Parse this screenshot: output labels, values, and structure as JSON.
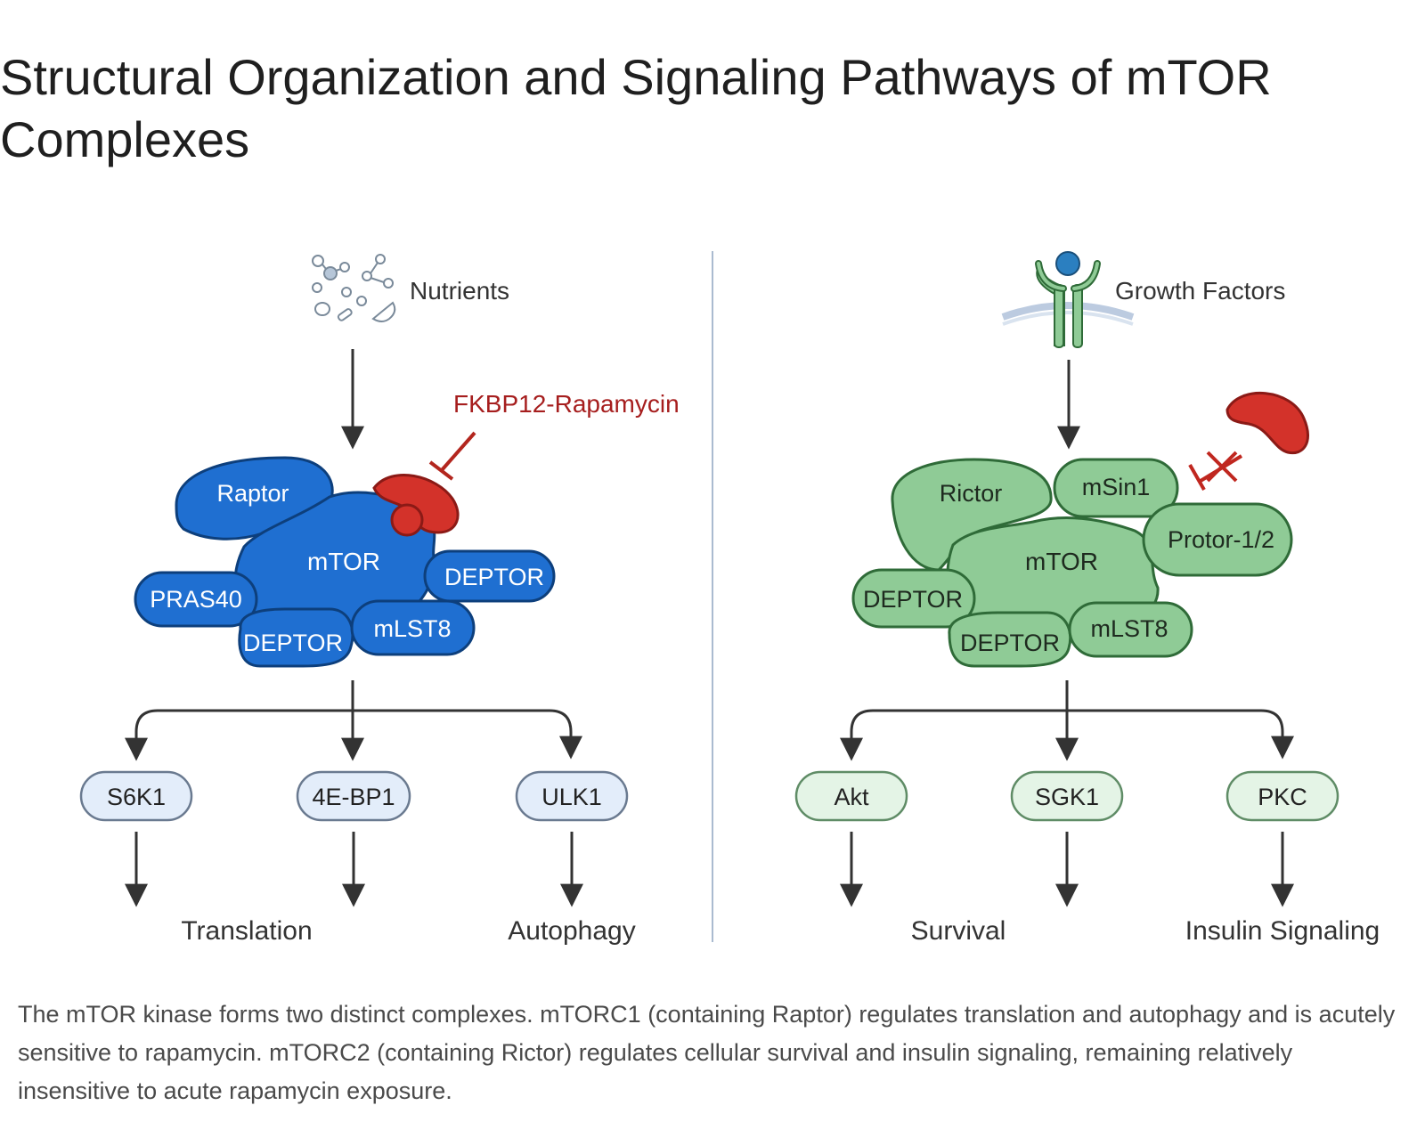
{
  "title": "Structural Organization and Signaling Pathways of mTOR Complexes",
  "colors": {
    "mtorc1_fill": "#1f6fd1",
    "mtorc1_stroke": "#0d3f7c",
    "mtorc2_fill": "#8fcb96",
    "mtorc2_stroke": "#2f6b38",
    "inhibitor": "#c0271f",
    "c1_target_fill": "#e3edfa",
    "c2_target_fill": "#e4f4e6"
  },
  "mtorc1": {
    "input": "Nutrients",
    "inhibitor": "FKBP12-Rapamycin",
    "core": "mTOR",
    "subunits": {
      "raptor": "Raptor",
      "pras40": "PRAS40",
      "deptor_right": "DEPTOR",
      "deptor_bottom": "DEPTOR",
      "mlst8": "mLST8"
    },
    "targets": [
      "S6K1",
      "4E-BP1",
      "ULK1"
    ],
    "outcomes": [
      "Translation",
      "Autophagy"
    ]
  },
  "mtorc2": {
    "input": "Growth Factors",
    "core": "mTOR",
    "subunits": {
      "rictor": "Rictor",
      "msin1": "mSin1",
      "protor": "Protor-1/2",
      "deptor_left": "DEPTOR",
      "deptor_bottom": "DEPTOR",
      "mlst8": "mLST8"
    },
    "targets": [
      "Akt",
      "SGK1",
      "PKC"
    ],
    "outcomes": [
      "Survival",
      "Insulin Signaling"
    ]
  },
  "caption": "The mTOR kinase forms two distinct complexes. mTORC1 (containing Raptor) regulates translation and autophagy and is acutely sensitive to rapamycin. mTORC2 (containing Rictor) regulates cellular survival and insulin signaling, remaining relatively insensitive to acute rapamycin exposure."
}
